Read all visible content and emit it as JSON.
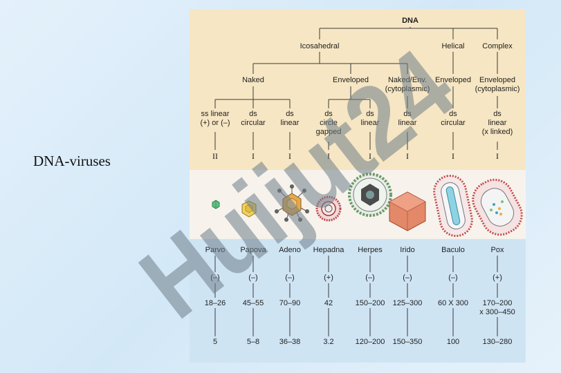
{
  "slide": {
    "title": "DNA-viruses"
  },
  "tree": {
    "root": "DNA",
    "level1": [
      "Icosahedral",
      "Helical",
      "Complex"
    ],
    "level2": [
      "Naked",
      "Enveloped",
      "Naked/Env.\n(cytoplasmic)",
      "Enveloped",
      "Enveloped\n(cytoplasmic)"
    ],
    "genome": [
      "ss linear\n(+) or (–)",
      "ds\ncircular",
      "ds\nlinear",
      "ds\ncircle\ngapped",
      "ds\nlinear",
      "ds\nlinear",
      "ds\ncircular",
      "ds\nlinear\n(x linked)"
    ],
    "classes": [
      "II",
      "I",
      "I",
      "I",
      "I",
      "I",
      "I",
      "I"
    ]
  },
  "viruses": [
    {
      "name": "Parvo",
      "sign": "(–)",
      "size": "18–26",
      "genome_kb": "5"
    },
    {
      "name": "Papova",
      "sign": "(–)",
      "size": "45–55",
      "genome_kb": "5–8"
    },
    {
      "name": "Adeno",
      "sign": "(–)",
      "size": "70–90",
      "genome_kb": "36–38"
    },
    {
      "name": "Hepadna",
      "sign": "(+)",
      "size": "42",
      "genome_kb": "3.2"
    },
    {
      "name": "Herpes",
      "sign": "(–)",
      "size": "150–200",
      "genome_kb": "120–200"
    },
    {
      "name": "Irido",
      "sign": "(–)",
      "size": "125–300",
      "genome_kb": "150–350"
    },
    {
      "name": "Baculo",
      "sign": "(–)",
      "size": "60 X 300",
      "genome_kb": "100"
    },
    {
      "name": "Pox",
      "sign": "(+)",
      "size": "170–200\nx 300–450",
      "genome_kb": "130–280"
    }
  ],
  "colors": {
    "top_band": "#f6e6c3",
    "bottom_band": "#cfe4f3",
    "watermark_purple": "#b27fcf",
    "watermark_gray": "#6f7f8a"
  },
  "watermark": {
    "text": "Huijut24"
  }
}
